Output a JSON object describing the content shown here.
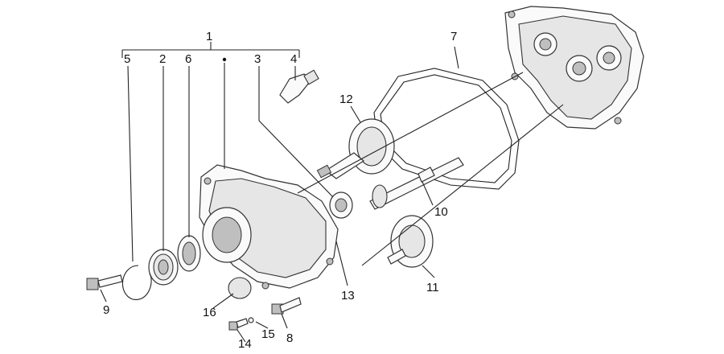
{
  "diagram": {
    "callouts": [
      "1",
      "2",
      "3",
      "4",
      "5",
      "6",
      "7",
      "8",
      "9",
      "10",
      "11",
      "12",
      "13",
      "14",
      "15",
      "16"
    ]
  },
  "parts": {
    "gearbox_housing": "gearbox-housing-icon",
    "gasket": "gasket-icon",
    "gear_cover": "gear-cover-icon",
    "gear_large": "gear-icon",
    "gear_small": "gear-icon",
    "shaft": "shaft-icon",
    "bearing": "bearing-icon",
    "seal": "oil-seal-icon",
    "circlip": "circlip-icon",
    "bolt": "bolt-icon",
    "plug": "plug-icon",
    "breather": "breather-valve-icon"
  }
}
